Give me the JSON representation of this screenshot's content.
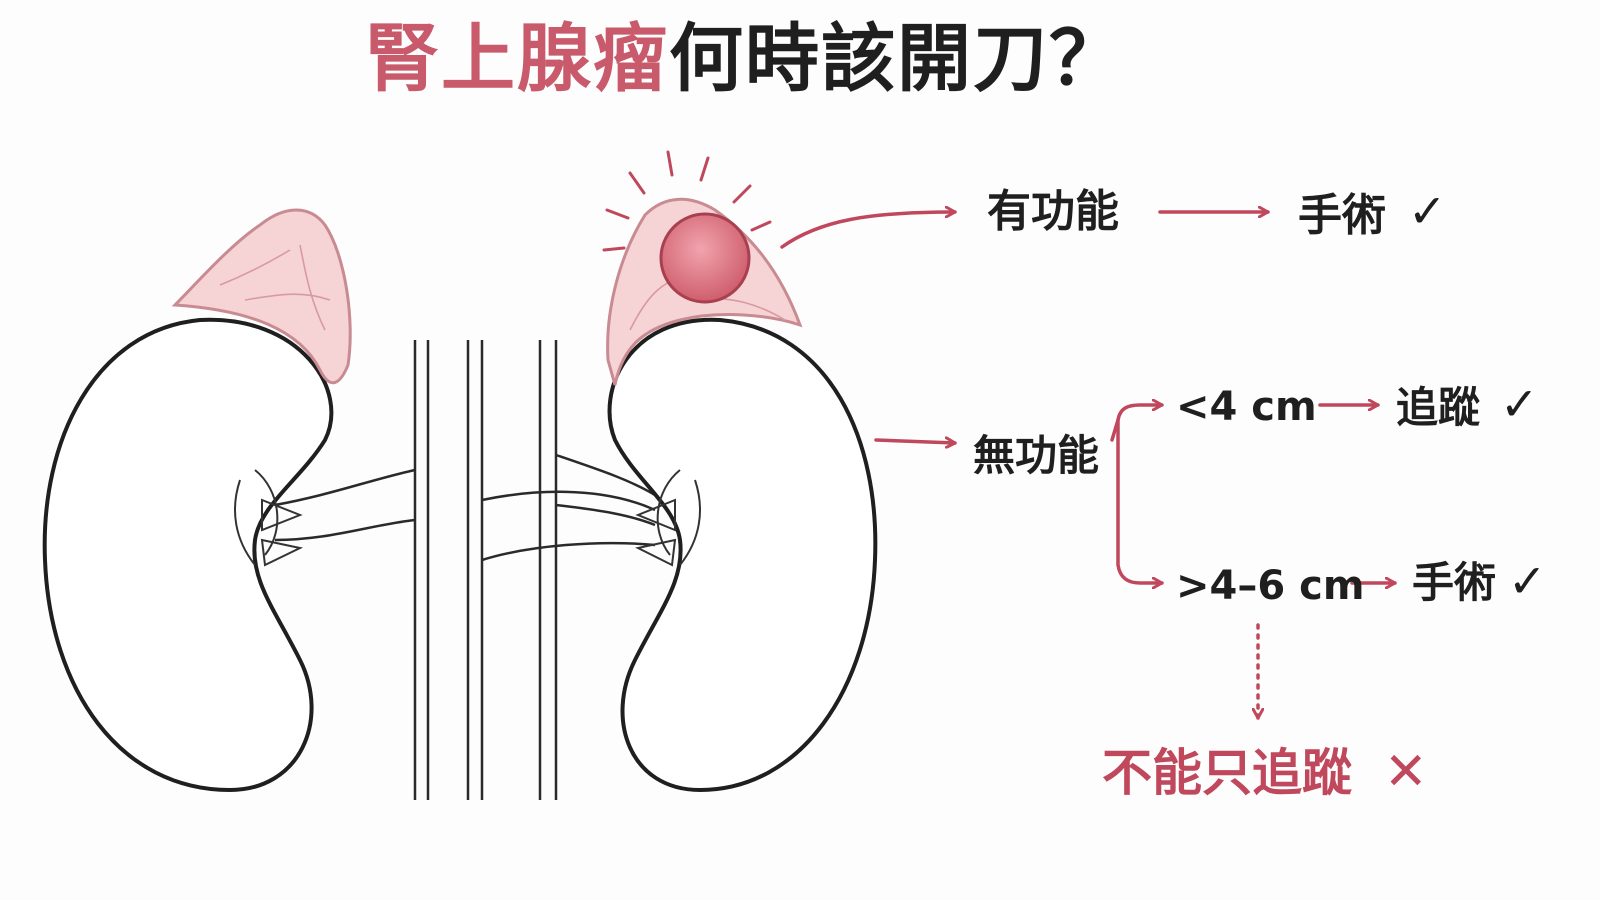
{
  "title": {
    "accent": "腎上腺瘤",
    "rest": "何時該開刀？"
  },
  "branches": {
    "functional": {
      "label": "有功能",
      "outcome": "手術",
      "mark": "✓"
    },
    "nonfunctional": {
      "label": "無功能",
      "small": {
        "size": "<4 cm",
        "outcome": "追蹤",
        "mark": "✓"
      },
      "large": {
        "size": ">4–6 cm",
        "outcome": "手術",
        "mark": "✓"
      },
      "warning": {
        "text": "不能只追蹤",
        "mark": "✕"
      }
    }
  },
  "colors": {
    "accent": "#c85a6b",
    "arrow": "#c0485c",
    "gland": "#f6d3d5",
    "tumor": "#d9707d",
    "text": "#1f1f1f"
  }
}
